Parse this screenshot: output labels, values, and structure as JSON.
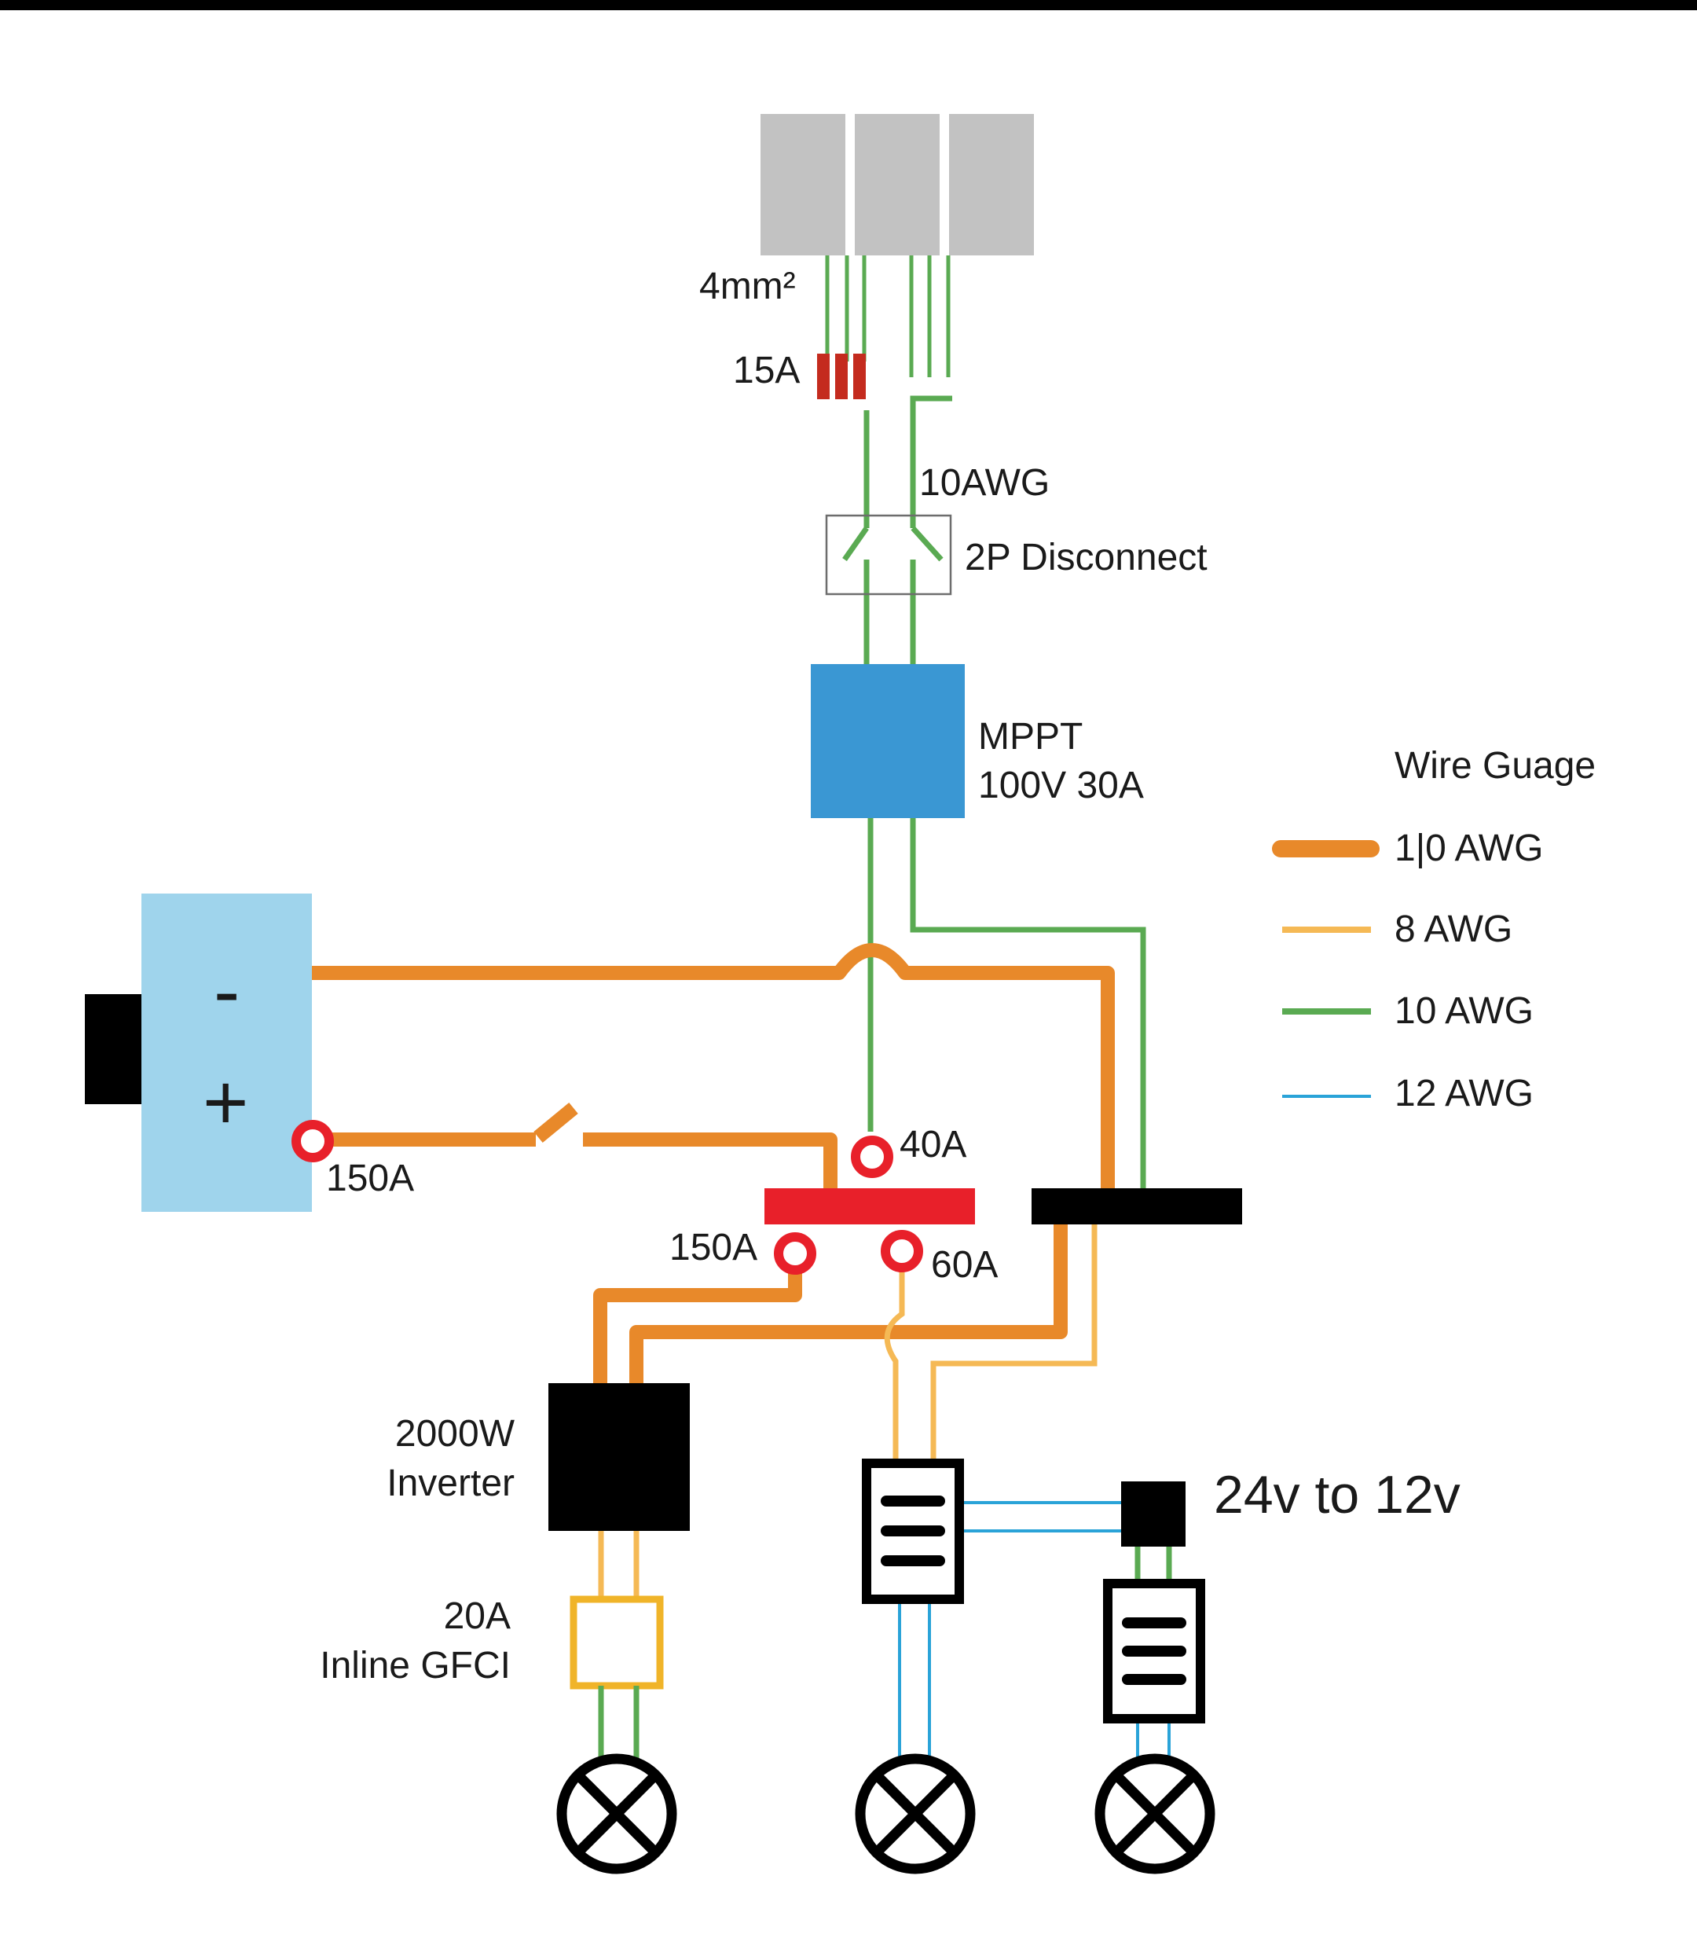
{
  "labels": {
    "panel_wire": "4mm²",
    "panel_fuse": "15A",
    "pv_wire": "10AWG",
    "disconnect": "2P Disconnect",
    "mppt_line1": "MPPT",
    "mppt_line2": "100V 30A",
    "battery_neg": "-",
    "battery_pos": "+",
    "battery_fuse": "150A",
    "bus_fuse_40": "40A",
    "bus_fuse_150": "150A",
    "bus_fuse_60": "60A",
    "inverter_line1": "2000W",
    "inverter_line2": "Inverter",
    "gfci_line1": "20A",
    "gfci_line2": "Inline GFCI",
    "converter": "24v to 12v"
  },
  "legend": {
    "title": "Wire Guage",
    "items": [
      {
        "label": "1|0 AWG",
        "color": "#e8892a"
      },
      {
        "label": "8 AWG",
        "color": "#f5b955"
      },
      {
        "label": "10 AWG",
        "color": "#5aaa52"
      },
      {
        "label": "12 AWG",
        "color": "#2aa3d8"
      }
    ]
  },
  "colors": {
    "solar_panel": "#c2c2c2",
    "mppt": "#3a97d3",
    "battery": "#9fd4ec",
    "positive_bus": "#e8202a",
    "negative_bus": "#000000",
    "fuse_ring": "#e8202a",
    "panel_fuse": "#c42b1e",
    "gfci": "#f0b429"
  }
}
